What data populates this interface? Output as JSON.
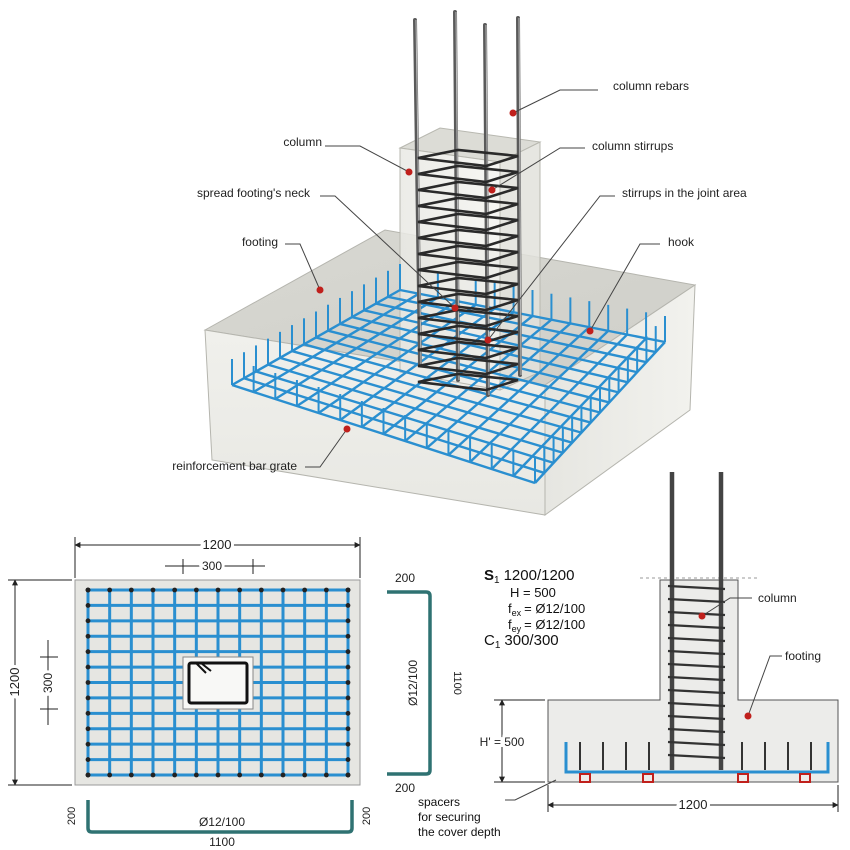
{
  "labels": {
    "column_rebars": "column rebars",
    "column": "column",
    "column_stirrups": "column stirrups",
    "neck": "spread footing's neck",
    "joint_stirrups": "stirrups in the joint area",
    "footing": "footing",
    "hook": "hook",
    "grate": "reinforcement bar grate"
  },
  "plan": {
    "width": "1200",
    "column_w": "300",
    "height": "1200",
    "column_h": "300"
  },
  "bar_detail": {
    "top_hook": "200",
    "bottom_hook": "200",
    "spec": "Ø12/100",
    "length": "1100"
  },
  "bottom_bar": {
    "left_hook": "200",
    "right_hook": "200",
    "spec": "Ø12/100",
    "length": "1100"
  },
  "spec": {
    "s1_label": "S",
    "s1_sub": "1",
    "s1_value": "1200/1200",
    "h": "H = 500",
    "fex_f": "f",
    "fex_sub": "ex",
    "fex_val": "= Ø12/100",
    "fey_f": "f",
    "fey_sub": "ey",
    "fey_val": "= Ø12/100",
    "c1_label": "C",
    "c1_sub": "1",
    "c1_value": "300/300"
  },
  "section": {
    "column": "column",
    "footing": "footing",
    "h_dim": "H' = 500",
    "width": "1200",
    "spacers": [
      "spacers",
      "for securing",
      "the cover depth"
    ]
  },
  "colors": {
    "rebar_blue": "#2a8fd0",
    "rebar_dark": "#3a3a3a",
    "leader_red": "#c0201c",
    "concrete": "#e4e4e0"
  }
}
